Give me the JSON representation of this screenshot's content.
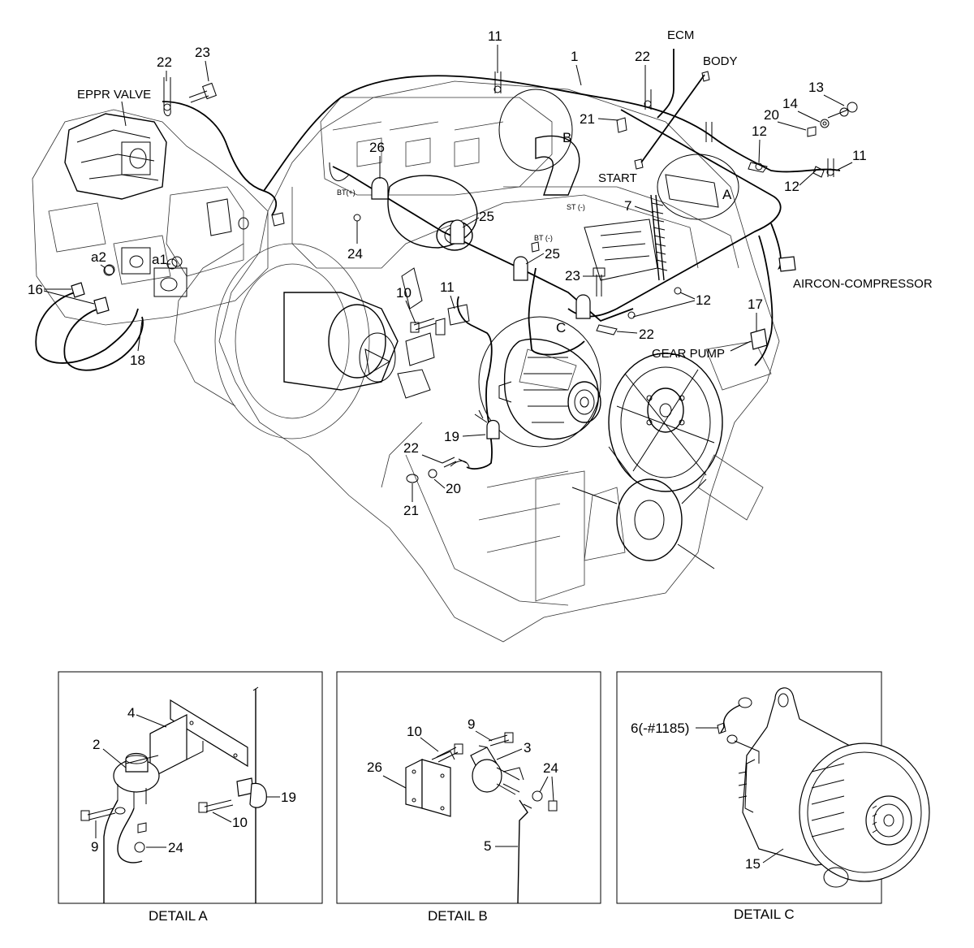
{
  "callouts": {
    "n1": "1",
    "n2": "2",
    "n3": "3",
    "n4": "4",
    "n5": "5",
    "n6": "6(-#1185)",
    "n7": "7",
    "n9": "9",
    "n10": "10",
    "n11": "11",
    "n12": "12",
    "n13": "13",
    "n14": "14",
    "n15": "15",
    "n16": "16",
    "n17": "17",
    "n18": "18",
    "n19": "19",
    "n20": "20",
    "n21": "21",
    "n22": "22",
    "n23": "23",
    "n24": "24",
    "n25": "25",
    "n26": "26",
    "a1": "a1",
    "a2": "a2",
    "detA": "A",
    "detB": "B",
    "detC": "C"
  },
  "labels": {
    "eppr_valve": "EPPR VALVE",
    "ecm": "ECM",
    "body": "BODY",
    "start": "START",
    "aircon": "AIRCON-COMPRESSOR",
    "gear_pump": "GEAR PUMP",
    "bt_plus": "BT(+)",
    "bt_minus": "BT (-)",
    "st_minus": "ST (-)"
  },
  "details": {
    "a": "DETAIL A",
    "b": "DETAIL B",
    "c": "DETAIL C"
  }
}
